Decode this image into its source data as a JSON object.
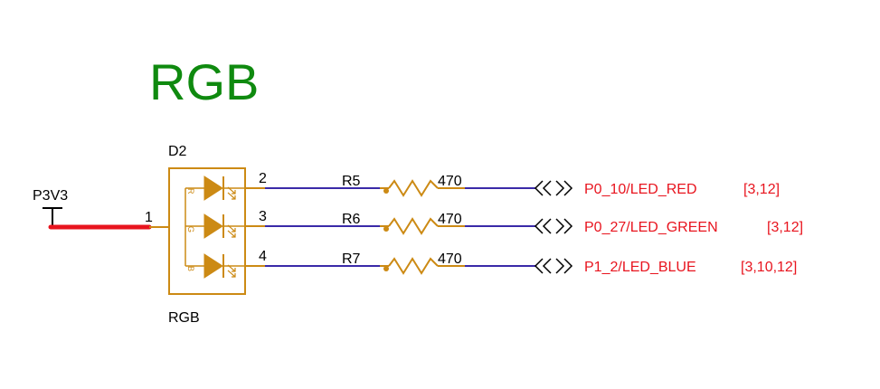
{
  "title": "RGB",
  "power": {
    "label": "P3V3",
    "pin": "1"
  },
  "component": {
    "designator": "D2",
    "value": "RGB",
    "pins": [
      {
        "pin": "2",
        "letter": "R"
      },
      {
        "pin": "3",
        "letter": "G"
      },
      {
        "pin": "4",
        "letter": "B"
      }
    ]
  },
  "resistors": [
    {
      "ref": "R5",
      "value": "470"
    },
    {
      "ref": "R6",
      "value": "470"
    },
    {
      "ref": "R7",
      "value": "470"
    }
  ],
  "nets": [
    {
      "name": "P0_10/LED_RED",
      "ref": "[3,12]"
    },
    {
      "name": "P0_27/LED_GREEN",
      "ref": "[3,12]"
    },
    {
      "name": "P1_2/LED_BLUE",
      "ref": "[3,10,12]"
    }
  ],
  "colors": {
    "title": "#0f8a0f",
    "component": "#cc8a14",
    "wire": "#3a2aa8",
    "power_wire": "#e8141e",
    "net": "#e8141e",
    "text": "#000000"
  }
}
